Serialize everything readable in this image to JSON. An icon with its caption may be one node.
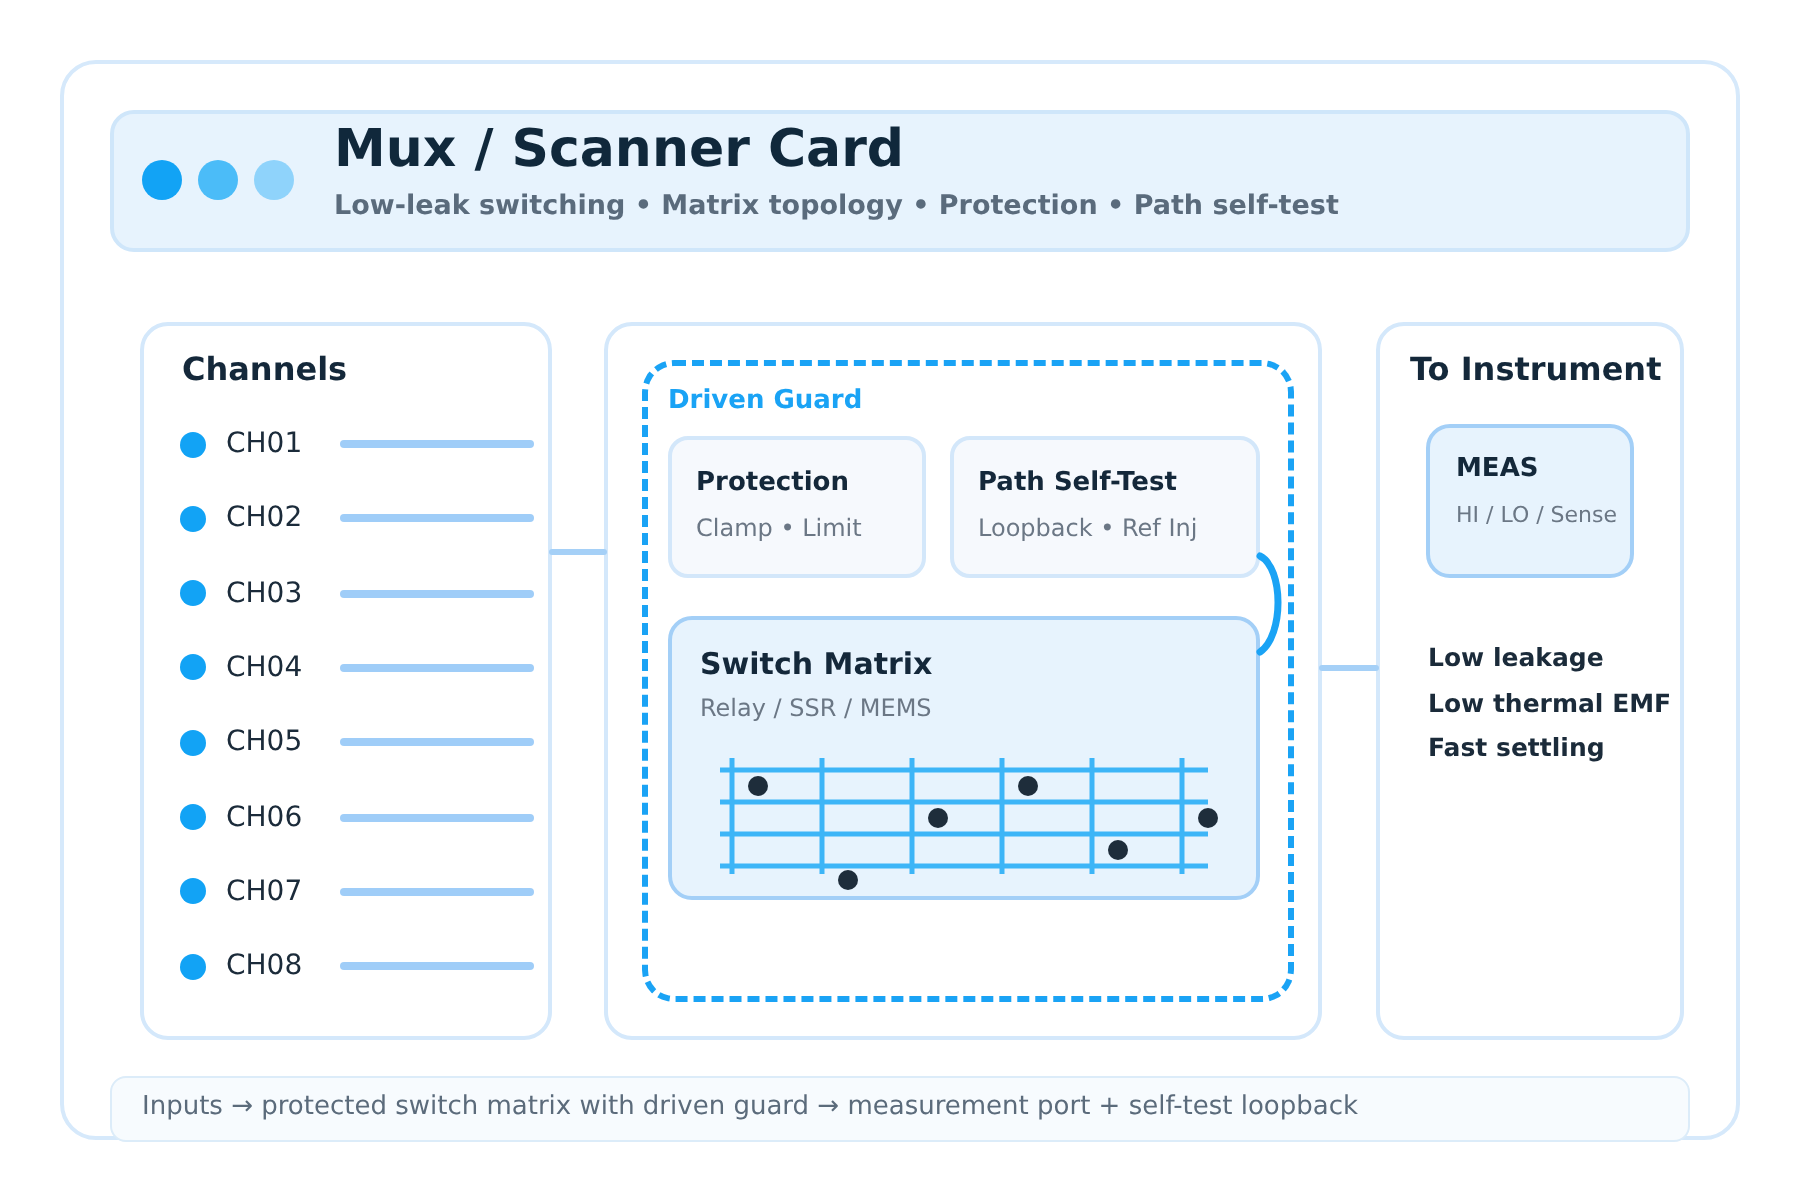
{
  "diagram": {
    "title": "Mux / Scanner Card",
    "caption": "Inputs → protected switch matrix with driven guard → measurement port + self-test loopback",
    "nodes": [
      {
        "text": [
          "Channels"
        ]
      },
      {
        "text": [],
        "shape": "box"
      },
      {
        "text": [
          "Driven Guard"
        ],
        "in": 1
      },
      {
        "text": [
          "Protection",
          "Clamp • Limit"
        ],
        "in": 2
      },
      {
        "text": [
          "Path Self-Test",
          "Loopback • Ref Inj"
        ],
        "in": 2
      },
      {
        "text": [
          "Switch Matrix",
          "Relay / SSR / MEMS"
        ],
        "in": 2
      },
      {
        "text": [
          "To Instrument"
        ]
      },
      {
        "text": [
          "MEAS",
          "HI / LO / Sense"
        ],
        "in": 6
      }
    ],
    "edges": [
      {
        "from": 0,
        "to": 1,
        "arrow": "none"
      },
      {
        "from": 1,
        "to": 6,
        "arrow": "none"
      },
      {
        "from": 4,
        "to": 5,
        "arrow": "none",
        "color": "#1aa3f5"
      }
    ],
    "labels": [
      "Low-leak switching • Matrix topology • Protection • Path self-test",
      "CH01",
      "CH02",
      "CH03",
      "CH04",
      "CH05",
      "CH06",
      "CH07",
      "CH08",
      "Low leakage",
      "Low thermal EMF",
      "Fast settling"
    ]
  }
}
